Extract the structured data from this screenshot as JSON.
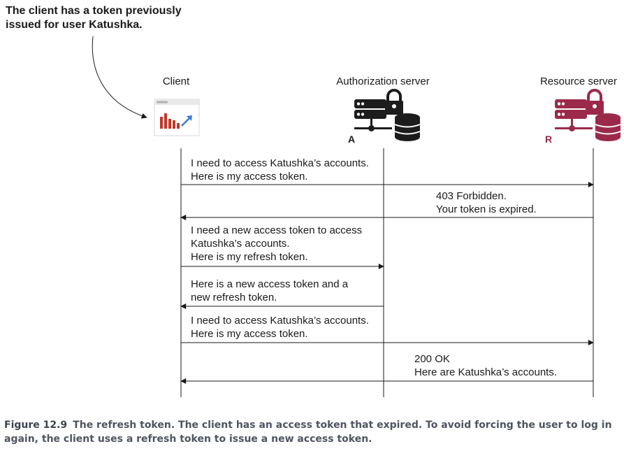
{
  "annotation": {
    "line1": "The client has a token previously",
    "line2": "issued for user Katushka."
  },
  "actors": {
    "client": {
      "label": "Client"
    },
    "authorization_server": {
      "label": "Authorization server",
      "marker": "A"
    },
    "resource_server": {
      "label": "Resource server",
      "marker": "R"
    }
  },
  "messages": [
    {
      "from": "client",
      "to": "resource_server",
      "lines": [
        "I need to access Katushka’s accounts.",
        "Here is my access token."
      ]
    },
    {
      "from": "resource_server",
      "to": "client",
      "lines": [
        "403 Forbidden.",
        "Your token is expired."
      ]
    },
    {
      "from": "client",
      "to": "authorization_server",
      "lines": [
        "I need a new access token to access",
        "Katushka’s accounts.",
        "Here is my refresh token."
      ]
    },
    {
      "from": "authorization_server",
      "to": "client",
      "lines": [
        "Here is a new access token and a",
        "new refresh token."
      ]
    },
    {
      "from": "client",
      "to": "resource_server",
      "lines": [
        "I need to access Katushka’s accounts.",
        "Here is my access token."
      ]
    },
    {
      "from": "resource_server",
      "to": "client",
      "lines": [
        "200 OK",
        "Here are Katushka’s accounts."
      ]
    }
  ],
  "caption": {
    "figure_number": "Figure 12.9",
    "text": "The refresh token. The client has an access token that expired. To avoid forcing the user to log in again, the client uses a refresh token to issue a new access token."
  },
  "colors": {
    "server_dark": "#1c1c1c",
    "resource_server": "#9b2a4a",
    "browser_bars": "#c0392b",
    "browser_arrow": "#3a7bd5"
  }
}
